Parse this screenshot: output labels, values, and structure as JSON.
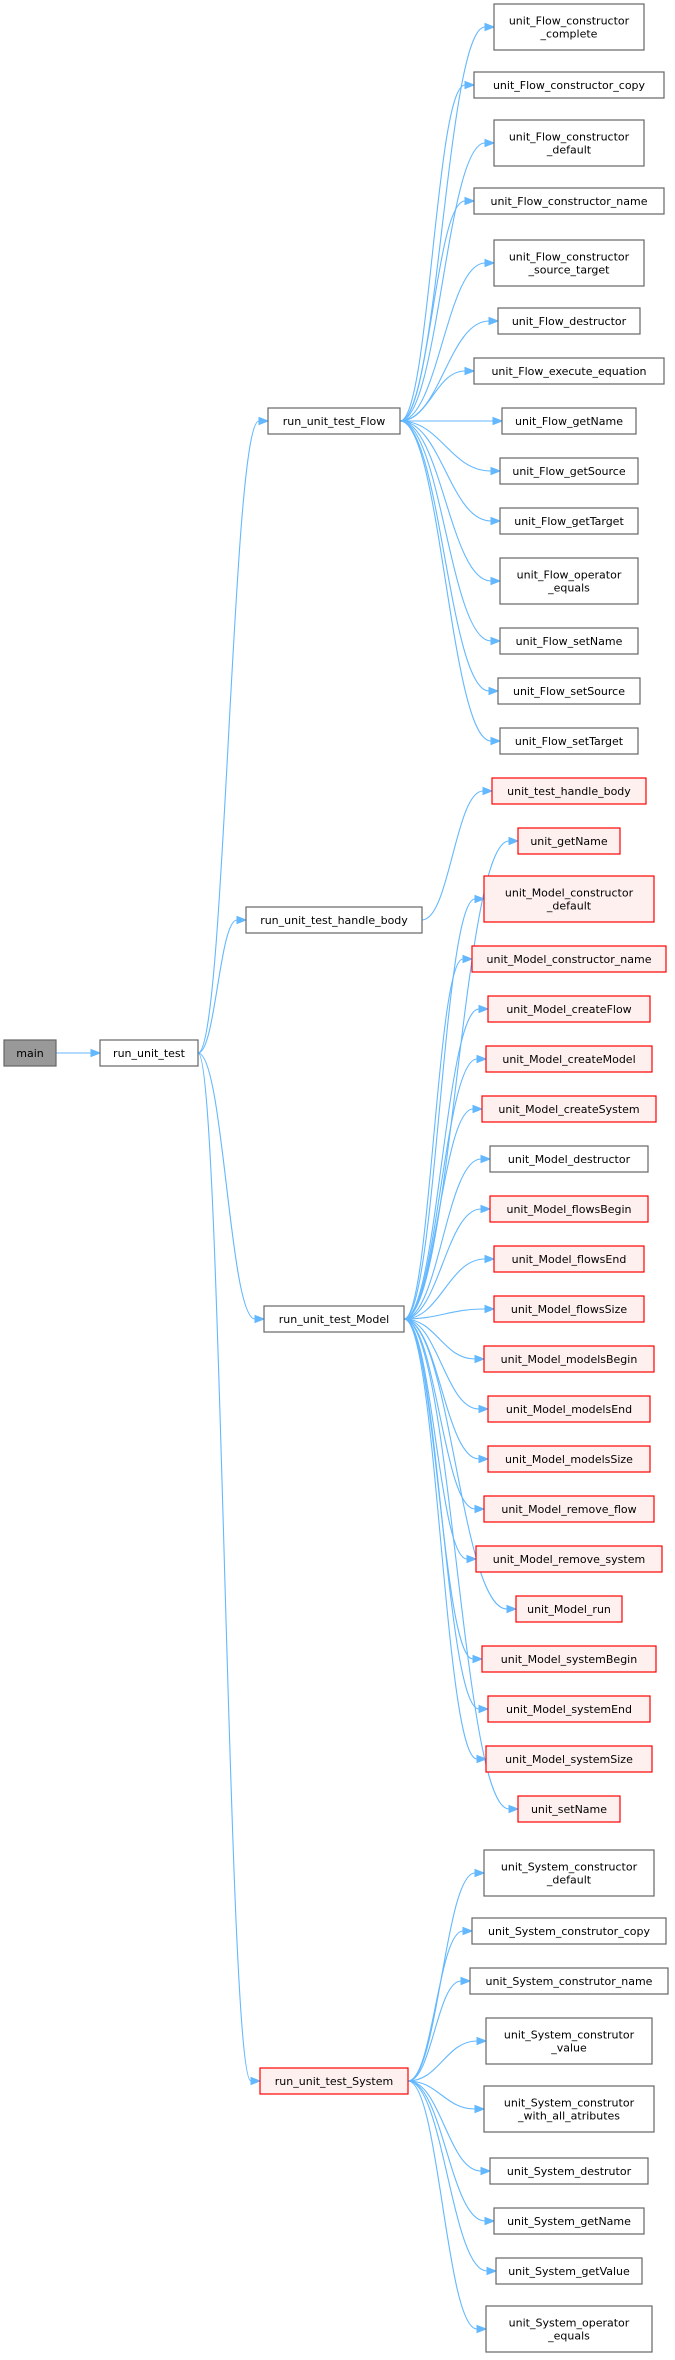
{
  "colors": {
    "edge": "#63B8FF",
    "normal_fill": "#FFFFFF",
    "normal_stroke": "#666666",
    "highlight_fill": "#FFF0F0",
    "highlight_stroke": "#FF0000",
    "root_fill": "#999999",
    "root_stroke": "#666666"
  },
  "nodes": [
    {
      "id": "main",
      "lines": [
        "main"
      ],
      "style": "root"
    },
    {
      "id": "run_unit_test",
      "lines": [
        "run_unit_test"
      ],
      "style": "normal"
    },
    {
      "id": "run_unit_test_Flow",
      "lines": [
        "run_unit_test_Flow"
      ],
      "style": "normal"
    },
    {
      "id": "run_unit_test_handle_body",
      "lines": [
        "run_unit_test_handle_body"
      ],
      "style": "normal"
    },
    {
      "id": "run_unit_test_Model",
      "lines": [
        "run_unit_test_Model"
      ],
      "style": "normal"
    },
    {
      "id": "run_unit_test_System",
      "lines": [
        "run_unit_test_System"
      ],
      "style": "highlight"
    },
    {
      "id": "f1",
      "lines": [
        "unit_Flow_constructor",
        "_complete"
      ],
      "style": "normal"
    },
    {
      "id": "f2",
      "lines": [
        "unit_Flow_constructor_copy"
      ],
      "style": "normal"
    },
    {
      "id": "f3",
      "lines": [
        "unit_Flow_constructor",
        "_default"
      ],
      "style": "normal"
    },
    {
      "id": "f4",
      "lines": [
        "unit_Flow_constructor_name"
      ],
      "style": "normal"
    },
    {
      "id": "f5",
      "lines": [
        "unit_Flow_constructor",
        "_source_target"
      ],
      "style": "normal"
    },
    {
      "id": "f6",
      "lines": [
        "unit_Flow_destructor"
      ],
      "style": "normal"
    },
    {
      "id": "f7",
      "lines": [
        "unit_Flow_execute_equation"
      ],
      "style": "normal"
    },
    {
      "id": "f8",
      "lines": [
        "unit_Flow_getName"
      ],
      "style": "normal"
    },
    {
      "id": "f9",
      "lines": [
        "unit_Flow_getSource"
      ],
      "style": "normal"
    },
    {
      "id": "f10",
      "lines": [
        "unit_Flow_getTarget"
      ],
      "style": "normal"
    },
    {
      "id": "f11",
      "lines": [
        "unit_Flow_operator",
        "_equals"
      ],
      "style": "normal"
    },
    {
      "id": "f12",
      "lines": [
        "unit_Flow_setName"
      ],
      "style": "normal"
    },
    {
      "id": "f13",
      "lines": [
        "unit_Flow_setSource"
      ],
      "style": "normal"
    },
    {
      "id": "f14",
      "lines": [
        "unit_Flow_setTarget"
      ],
      "style": "normal"
    },
    {
      "id": "h1",
      "lines": [
        "unit_test_handle_body"
      ],
      "style": "highlight"
    },
    {
      "id": "m1",
      "lines": [
        "unit_getName"
      ],
      "style": "highlight"
    },
    {
      "id": "m2",
      "lines": [
        "unit_Model_constructor",
        "_default"
      ],
      "style": "highlight"
    },
    {
      "id": "m3",
      "lines": [
        "unit_Model_constructor_name"
      ],
      "style": "highlight"
    },
    {
      "id": "m4",
      "lines": [
        "unit_Model_createFlow"
      ],
      "style": "highlight"
    },
    {
      "id": "m5",
      "lines": [
        "unit_Model_createModel"
      ],
      "style": "highlight"
    },
    {
      "id": "m6",
      "lines": [
        "unit_Model_createSystem"
      ],
      "style": "highlight"
    },
    {
      "id": "m7",
      "lines": [
        "unit_Model_destructor"
      ],
      "style": "normal"
    },
    {
      "id": "m8",
      "lines": [
        "unit_Model_flowsBegin"
      ],
      "style": "highlight"
    },
    {
      "id": "m9",
      "lines": [
        "unit_Model_flowsEnd"
      ],
      "style": "highlight"
    },
    {
      "id": "m10",
      "lines": [
        "unit_Model_flowsSize"
      ],
      "style": "highlight"
    },
    {
      "id": "m11",
      "lines": [
        "unit_Model_modelsBegin"
      ],
      "style": "highlight"
    },
    {
      "id": "m12",
      "lines": [
        "unit_Model_modelsEnd"
      ],
      "style": "highlight"
    },
    {
      "id": "m13",
      "lines": [
        "unit_Model_modelsSize"
      ],
      "style": "highlight"
    },
    {
      "id": "m14",
      "lines": [
        "unit_Model_remove_flow"
      ],
      "style": "highlight"
    },
    {
      "id": "m15",
      "lines": [
        "unit_Model_remove_system"
      ],
      "style": "highlight"
    },
    {
      "id": "m16",
      "lines": [
        "unit_Model_run"
      ],
      "style": "highlight"
    },
    {
      "id": "m17",
      "lines": [
        "unit_Model_systemBegin"
      ],
      "style": "highlight"
    },
    {
      "id": "m18",
      "lines": [
        "unit_Model_systemEnd"
      ],
      "style": "highlight"
    },
    {
      "id": "m19",
      "lines": [
        "unit_Model_systemSize"
      ],
      "style": "highlight"
    },
    {
      "id": "m20",
      "lines": [
        "unit_setName"
      ],
      "style": "highlight"
    },
    {
      "id": "s1",
      "lines": [
        "unit_System_constructor",
        "_default"
      ],
      "style": "normal"
    },
    {
      "id": "s2",
      "lines": [
        "unit_System_construtor_copy"
      ],
      "style": "normal"
    },
    {
      "id": "s3",
      "lines": [
        "unit_System_construtor_name"
      ],
      "style": "normal"
    },
    {
      "id": "s4",
      "lines": [
        "unit_System_construtor",
        "_value"
      ],
      "style": "normal"
    },
    {
      "id": "s5",
      "lines": [
        "unit_System_construtor",
        "_with_all_atributes"
      ],
      "style": "normal"
    },
    {
      "id": "s6",
      "lines": [
        "unit_System_destrutor"
      ],
      "style": "normal"
    },
    {
      "id": "s7",
      "lines": [
        "unit_System_getName"
      ],
      "style": "normal"
    },
    {
      "id": "s8",
      "lines": [
        "unit_System_getValue"
      ],
      "style": "normal"
    },
    {
      "id": "s9",
      "lines": [
        "unit_System_operator",
        "_equals"
      ],
      "style": "normal"
    }
  ],
  "edges": [
    [
      "main",
      "run_unit_test"
    ],
    [
      "run_unit_test",
      "run_unit_test_Flow"
    ],
    [
      "run_unit_test",
      "run_unit_test_handle_body"
    ],
    [
      "run_unit_test",
      "run_unit_test_Model"
    ],
    [
      "run_unit_test",
      "run_unit_test_System"
    ],
    [
      "run_unit_test_Flow",
      "f1"
    ],
    [
      "run_unit_test_Flow",
      "f2"
    ],
    [
      "run_unit_test_Flow",
      "f3"
    ],
    [
      "run_unit_test_Flow",
      "f4"
    ],
    [
      "run_unit_test_Flow",
      "f5"
    ],
    [
      "run_unit_test_Flow",
      "f6"
    ],
    [
      "run_unit_test_Flow",
      "f7"
    ],
    [
      "run_unit_test_Flow",
      "f8"
    ],
    [
      "run_unit_test_Flow",
      "f9"
    ],
    [
      "run_unit_test_Flow",
      "f10"
    ],
    [
      "run_unit_test_Flow",
      "f11"
    ],
    [
      "run_unit_test_Flow",
      "f12"
    ],
    [
      "run_unit_test_Flow",
      "f13"
    ],
    [
      "run_unit_test_Flow",
      "f14"
    ],
    [
      "run_unit_test_handle_body",
      "h1"
    ],
    [
      "run_unit_test_Model",
      "m1"
    ],
    [
      "run_unit_test_Model",
      "m2"
    ],
    [
      "run_unit_test_Model",
      "m3"
    ],
    [
      "run_unit_test_Model",
      "m4"
    ],
    [
      "run_unit_test_Model",
      "m5"
    ],
    [
      "run_unit_test_Model",
      "m6"
    ],
    [
      "run_unit_test_Model",
      "m7"
    ],
    [
      "run_unit_test_Model",
      "m8"
    ],
    [
      "run_unit_test_Model",
      "m9"
    ],
    [
      "run_unit_test_Model",
      "m10"
    ],
    [
      "run_unit_test_Model",
      "m11"
    ],
    [
      "run_unit_test_Model",
      "m12"
    ],
    [
      "run_unit_test_Model",
      "m13"
    ],
    [
      "run_unit_test_Model",
      "m14"
    ],
    [
      "run_unit_test_Model",
      "m15"
    ],
    [
      "run_unit_test_Model",
      "m16"
    ],
    [
      "run_unit_test_Model",
      "m17"
    ],
    [
      "run_unit_test_Model",
      "m18"
    ],
    [
      "run_unit_test_Model",
      "m19"
    ],
    [
      "run_unit_test_Model",
      "m20"
    ],
    [
      "run_unit_test_System",
      "s1"
    ],
    [
      "run_unit_test_System",
      "s2"
    ],
    [
      "run_unit_test_System",
      "s3"
    ],
    [
      "run_unit_test_System",
      "s4"
    ],
    [
      "run_unit_test_System",
      "s5"
    ],
    [
      "run_unit_test_System",
      "s6"
    ],
    [
      "run_unit_test_System",
      "s7"
    ],
    [
      "run_unit_test_System",
      "s8"
    ],
    [
      "run_unit_test_System",
      "s9"
    ]
  ]
}
